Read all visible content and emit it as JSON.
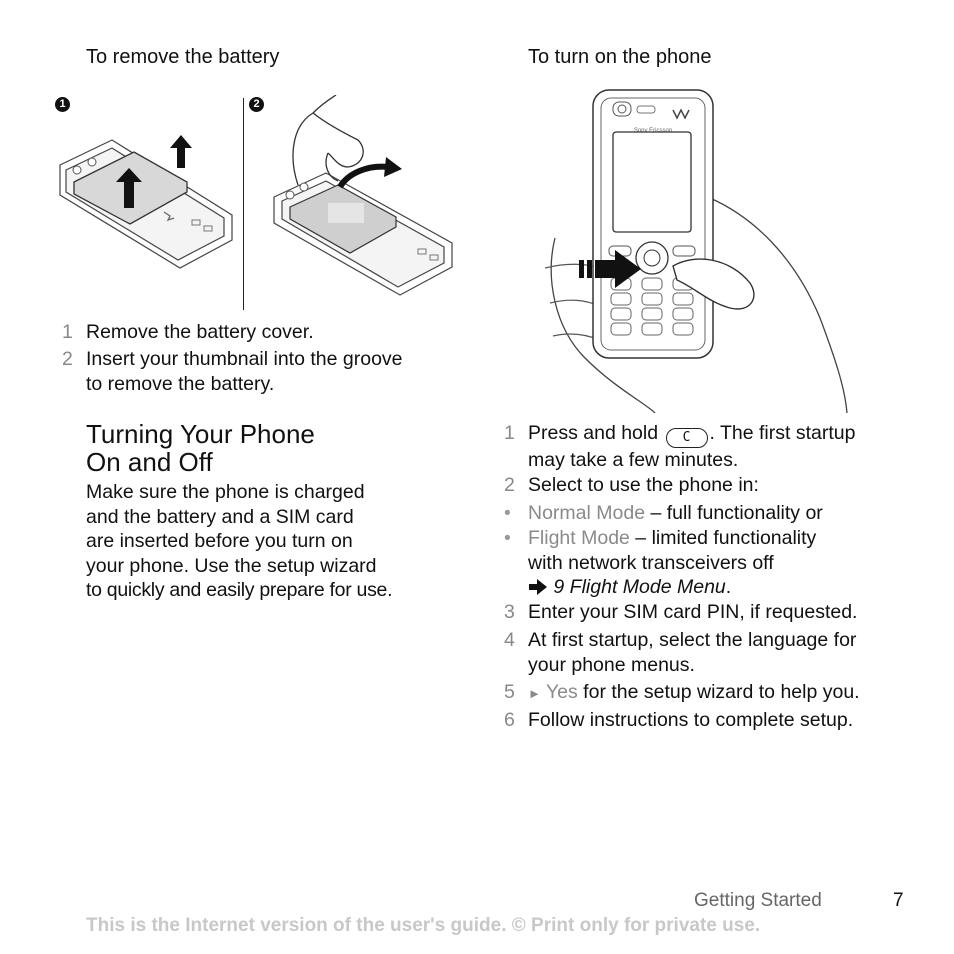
{
  "left": {
    "battery_heading": "To remove the battery",
    "step_markers": [
      "1",
      "2"
    ],
    "battery_steps": [
      {
        "num": "1",
        "lines": [
          "Remove the battery cover."
        ]
      },
      {
        "num": "2",
        "lines": [
          "Insert your thumbnail into the groove",
          "to remove the battery."
        ]
      }
    ],
    "section_title_line1": "Turning Your Phone",
    "section_title_line2": "On and Off",
    "intro_lines": [
      "Make sure the phone is charged",
      "and the battery and a SIM card",
      "are inserted before you turn on",
      "your phone. Use the setup wizard",
      "to quickly and easily prepare for use."
    ]
  },
  "right": {
    "turn_on_heading": "To turn on the phone",
    "phone_brand": "Sony Ericsson",
    "key_c_label": "C",
    "step1_pre": "Press and hold",
    "step1_post": ". The first startup",
    "step1_line2": "may take a few minutes.",
    "step2": "Select to use the phone in:",
    "bullet_normal_term": "Normal Mode",
    "bullet_normal_rest": " – full functionality or",
    "bullet_flight_term": "Flight Mode",
    "bullet_flight_rest": " – limited functionality",
    "bullet_flight_line2": "with network transceivers off",
    "flight_ref": "9 Flight Mode Menu",
    "flight_ref_end": ".",
    "step3": "Enter your SIM card PIN, if requested.",
    "step4_line1": "At first startup, select the language for",
    "step4_line2": "your phone menus.",
    "step5_term": "Yes",
    "step5_rest": " for the setup wizard to help you.",
    "step6": "Follow instructions to complete setup.",
    "nums": [
      "1",
      "2",
      "3",
      "4",
      "5",
      "6"
    ],
    "bullet_char": "•",
    "select_char": "►"
  },
  "footer": {
    "section": "Getting Started",
    "page": "7",
    "notice": "This is the Internet version of the user's guide. © Print only for private use."
  }
}
